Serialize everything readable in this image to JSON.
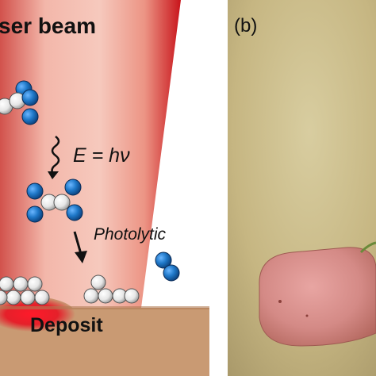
{
  "panel_a": {
    "beam_label": "ser beam",
    "equation": "E = hν",
    "process_label": "Photolytic",
    "deposit_label": "Deposit"
  },
  "panel_b": {
    "label": "(b)"
  },
  "colors": {
    "beam_light": "#f4c2b6",
    "beam_mid": "#e8857a",
    "beam_dark": "#c8141b",
    "substrate": "#c99a73",
    "deposit_glow": "#e3192a",
    "molecule_blue": "#1f78c8",
    "molecule_white": "#f2f2f2",
    "photo_background": "#c8b883",
    "photo_deposit": "#d98e8b"
  }
}
